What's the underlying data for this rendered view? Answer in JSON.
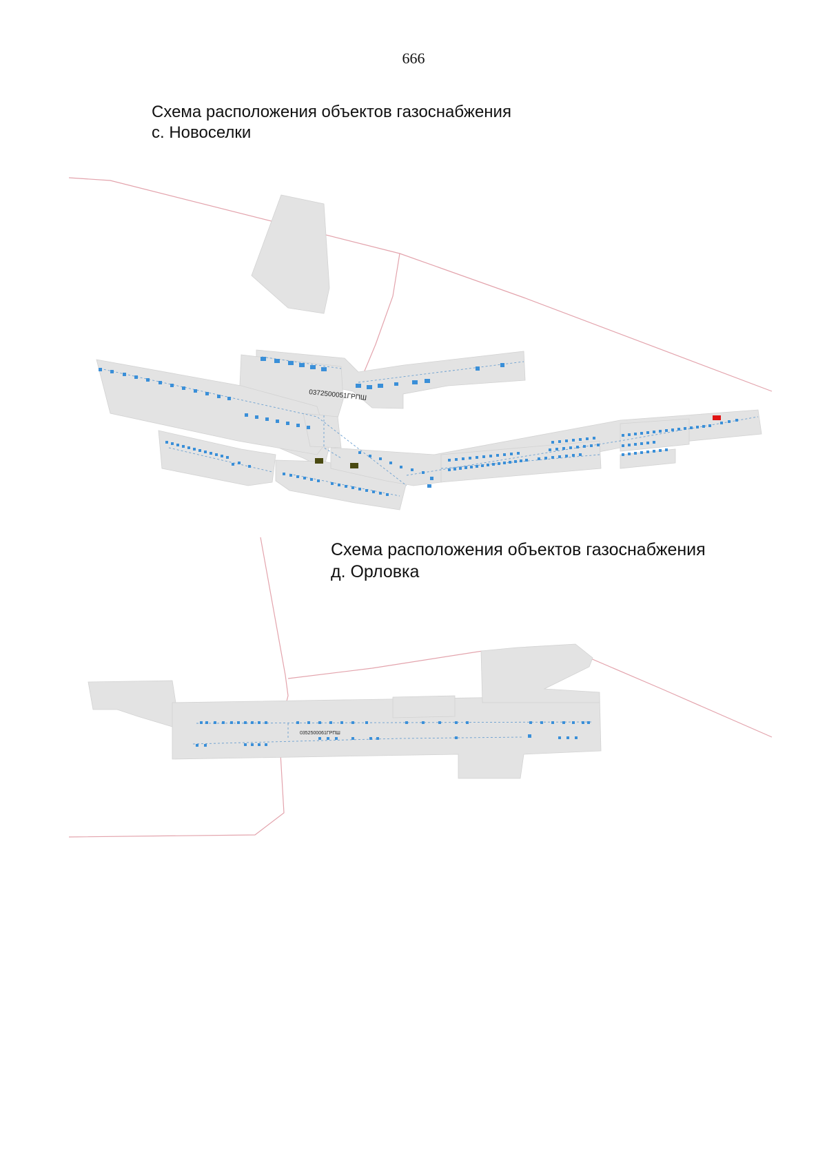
{
  "page": {
    "number": "666"
  },
  "maps": [
    {
      "title_line1": "Схема расположения объектов газоснабжения",
      "title_line2": "с. Новоселки",
      "grp_label": "0372500051ГРПШ"
    },
    {
      "title_line1": "Схема расположения объектов газоснабжения",
      "title_line2": "д. Орловка",
      "grp_label": "0352500061ГРПШ"
    }
  ],
  "colors": {
    "territory_fill": "#e3e3e3",
    "boundary_line": "#e3a3ac",
    "building_blue": "#3a8fd8",
    "gas_line": "#6a9fd0",
    "substation_olive": "#4a4a12",
    "highlight_red": "#e01515"
  },
  "icons": {
    "building": "blue-square",
    "gas_regulator": "olive-rectangle",
    "highlight": "red-rectangle"
  }
}
